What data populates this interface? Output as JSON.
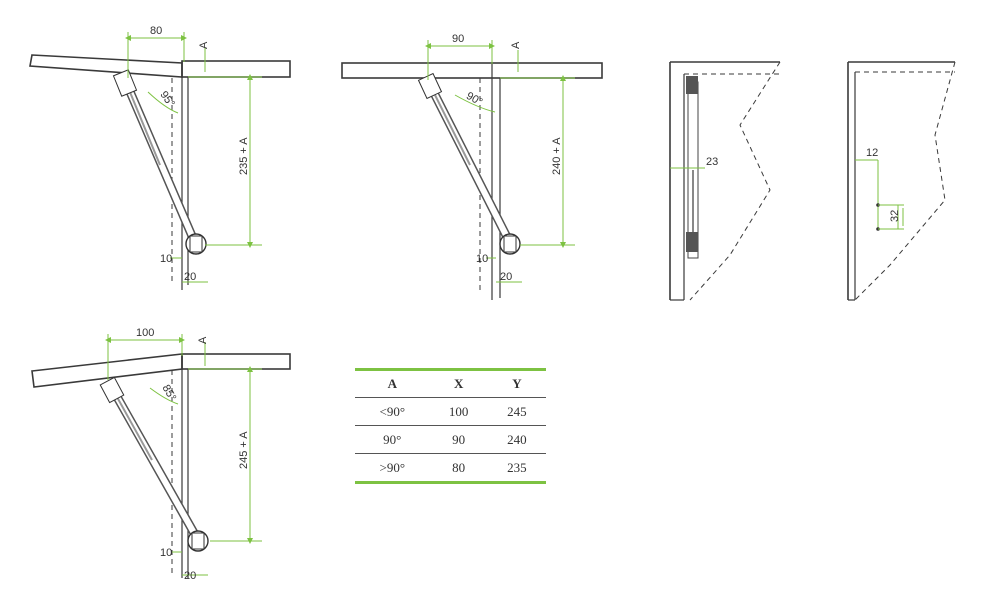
{
  "views": [
    {
      "dims": {
        "width": "80",
        "a": "A",
        "height": "235 + A",
        "angle": "95°",
        "offset_h": "10",
        "offset_w": "20"
      }
    },
    {
      "dims": {
        "width": "90",
        "a": "A",
        "height": "240 + A",
        "angle": "90°",
        "offset_h": "10",
        "offset_w": "20"
      }
    },
    {
      "dims": {
        "width": "100",
        "a": "A",
        "height": "245 + A",
        "angle": "85°",
        "offset_h": "10",
        "offset_w": "20"
      }
    }
  ],
  "side_view": {
    "dims": {
      "depth": "23"
    }
  },
  "front_view": {
    "dims": {
      "edge": "12",
      "spacing": "32"
    }
  },
  "table": {
    "headers": [
      "A",
      "X",
      "Y"
    ],
    "rows": [
      [
        "<90°",
        "100",
        "245"
      ],
      [
        "90°",
        "90",
        "240"
      ],
      [
        ">90°",
        "80",
        "235"
      ]
    ]
  },
  "colors": {
    "dimension": "#7dc242",
    "drawing": "#3a3a3a"
  }
}
